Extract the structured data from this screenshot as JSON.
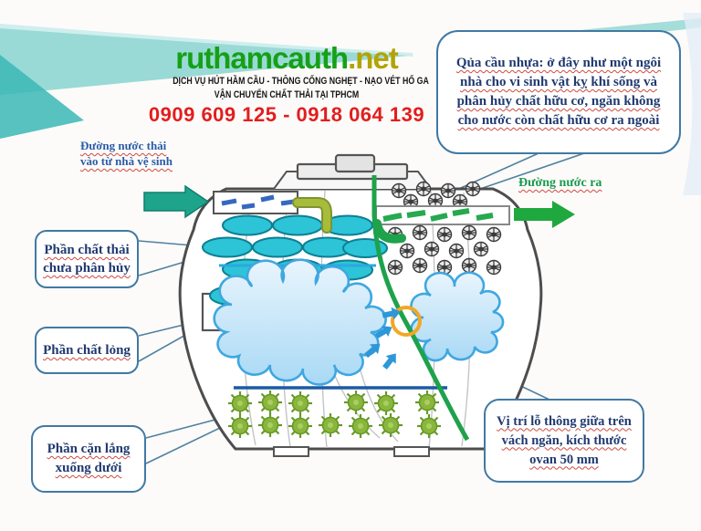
{
  "header": {
    "brand_green": "ruthamcauth",
    "brand_yellow": ".net",
    "tagline1": "DỊCH VỤ HÚT HẦM CẦU - THÔNG CỐNG NGHẸT - NẠO VÉT HỐ GA",
    "tagline2": "VẬN CHUYỂN CHẤT THẢI TẠI TPHCM",
    "phone": "0909 609 125 - 0918 064 139"
  },
  "labels": {
    "inlet": "Đường nước thải vào từ nhà vệ sinh",
    "outlet": "Đường nước ra"
  },
  "callouts": {
    "plastic_balls": "Qủa cầu nhựa: ở đây như một ngôi nhà cho vi sinh vật kỵ khí sống và phân hủy chất hữu cơ, ngăn không cho nước còn chất hữu cơ ra ngoài",
    "scum": "Phần chất thải chưa phân hủy",
    "liquid": "Phần chất lỏng",
    "sludge": "Phần cặn lắng xuống dưới",
    "vent": "Vị trí lỗ thông giữa trên vách ngăn, kích thước ovan 50 mm"
  },
  "colors": {
    "brand_green": "#16a016",
    "brand_yellow": "#b3a305",
    "phone_red": "#e31d1d",
    "callout_border": "#4179a3",
    "callout_text": "#203a70",
    "spellcheck_wavy": "#cf4a3f",
    "inlet_arrow_teal": "#1fa48c",
    "outlet_arrow_green": "#1fa83e",
    "divider_green": "#1ea24b",
    "scum_ellipse_teal": "#2cc4d6",
    "cloud_blue": "#bfe2f8",
    "sludge_green": "#8ab63d",
    "vent_ring_yellow": "#f2a724",
    "swoosh_teal": "#8ed6d2"
  }
}
